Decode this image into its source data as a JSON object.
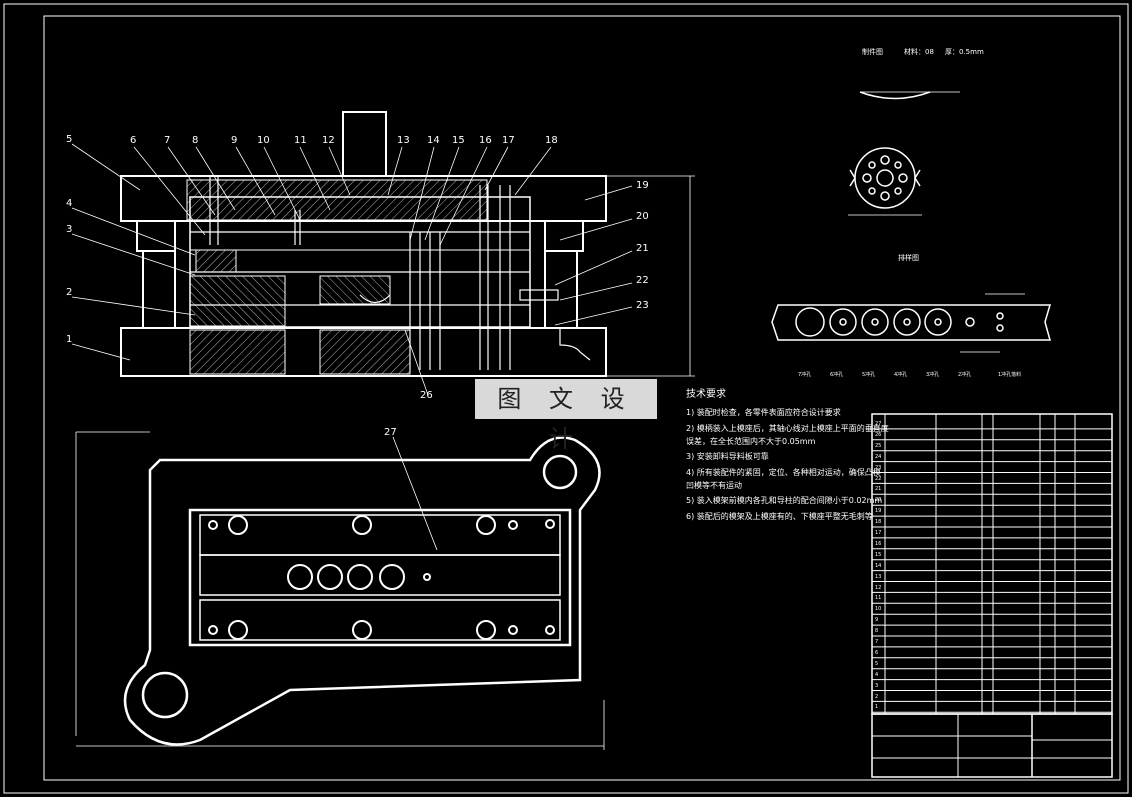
{
  "part_numbers_top": [
    "6",
    "7",
    "8",
    "9",
    "10",
    "11",
    "12",
    "13",
    "14",
    "15",
    "16",
    "17",
    "18"
  ],
  "part_numbers_left": [
    "5",
    "4",
    "3",
    "2",
    "1"
  ],
  "part_numbers_right": [
    "19",
    "20",
    "21",
    "22",
    "23"
  ],
  "part_number_bottom": "26",
  "part_number_plan": "27",
  "watermark": "图 文 设 计",
  "tech_requirements": {
    "title": "技术要求",
    "items": [
      "1) 装配时检查，各零件表面应符合设计要求",
      "2) 模柄装入上模座后，其轴心线对上模座上平面的垂直度",
      "   误差，在全长范围内不大于0.05mm",
      "3) 安装卸料导料板可靠",
      "4) 所有装配件的紧固，定位、各种相对运动，确保凸模",
      "   凹模等不有运动",
      "5) 装入模架前模内各孔和导柱的配合间隙小于0.02mm",
      "6) 装配后的模架及上模座有的、下模座平整无毛刺等"
    ]
  },
  "part_drawing": {
    "title": "制件图",
    "material": "材料：08",
    "thickness": "厚：0.5mm"
  },
  "strip_layout": {
    "title": "排样图",
    "stations": [
      "7冲孔",
      "6冲孔",
      "5冲孔",
      "4冲孔",
      "3冲孔",
      "2冲孔",
      "1冲孔落料"
    ]
  },
  "bom_rows": [
    "27",
    "26",
    "25",
    "24",
    "23",
    "22",
    "21",
    "20",
    "19",
    "18",
    "17",
    "16",
    "15",
    "14",
    "13",
    "12",
    "11",
    "10",
    "9",
    "8",
    "7",
    "6",
    "5",
    "4",
    "3",
    "2",
    "1"
  ]
}
